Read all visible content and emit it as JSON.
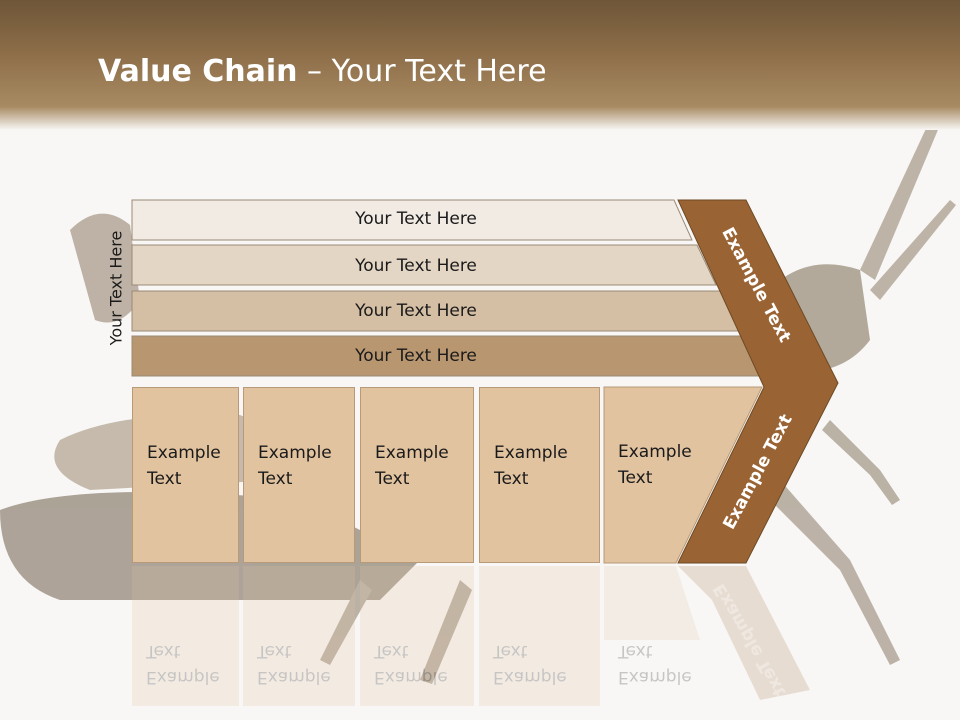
{
  "title": {
    "bold": "Value Chain",
    "rest": " – Your Text Here"
  },
  "side_label": "Your Text Here",
  "rows": [
    {
      "label": "Your Text Here",
      "color": "#f2ebe4"
    },
    {
      "label": "Your Text Here",
      "color": "#e4d6c5"
    },
    {
      "label": "Your Text Here",
      "color": "#d4bfa4"
    },
    {
      "label": "Your Text Here",
      "color": "#b79670"
    }
  ],
  "boxes": [
    {
      "label": "Example Text"
    },
    {
      "label": "Example Text"
    },
    {
      "label": "Example Text"
    },
    {
      "label": "Example Text"
    },
    {
      "label": "Example Text"
    }
  ],
  "chevron": {
    "upper_label": "Example Text",
    "lower_label": "Example Text",
    "color": "#9a6333"
  },
  "colors": {
    "header": "#8c6d48",
    "box": "#e2c3a0"
  }
}
